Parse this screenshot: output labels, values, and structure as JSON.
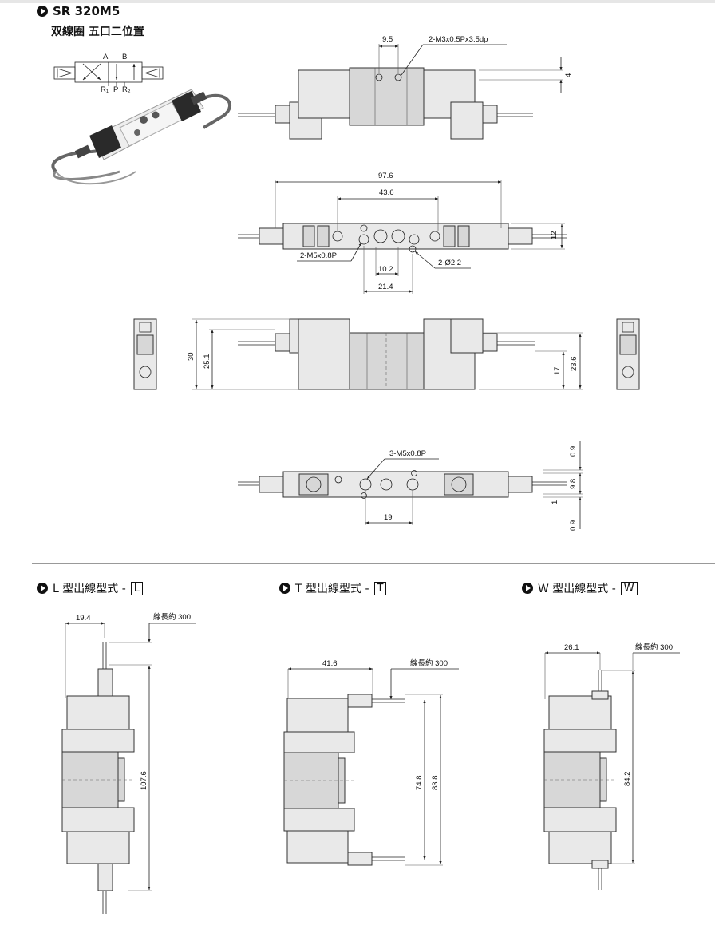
{
  "header": {
    "title": "SR 320M5",
    "subtitle": "双線圈  五口二位置"
  },
  "symbol": {
    "port_a": "A",
    "port_b": "B",
    "port_r1": "R₁",
    "port_p": "P",
    "port_r2": "R₂"
  },
  "dimensions": {
    "top_view": {
      "d1": "9.5",
      "note1": "2-M3x0.5Px3.5dp",
      "d2": "4"
    },
    "plan_view": {
      "overall": "97.6",
      "pitch": "43.6",
      "height": "12",
      "note_port": "2-M5x0.8P",
      "d_small": "10.2",
      "note_hole": "2-Ø2.2",
      "d_base": "21.4"
    },
    "front_view": {
      "h_total": "30",
      "h_body": "25.1",
      "h_right1": "17",
      "h_right2": "23.6"
    },
    "bottom_view": {
      "note_port": "3-M5x0.8P",
      "d_pitch": "19",
      "gap_top": "0.9",
      "width": "9.8",
      "one": "1",
      "gap_bottom": "0.9"
    }
  },
  "sections": [
    {
      "label": "L 型出線型式 - ",
      "code": "L",
      "offset": "19.4",
      "lead": "線長約 300",
      "height": "107.6"
    },
    {
      "label": "T 型出線型式 - ",
      "code": "T",
      "offset": "41.6",
      "lead": "線長約 300",
      "height1": "74.8",
      "height2": "83.8"
    },
    {
      "label": "W 型出線型式 - ",
      "code": "W",
      "offset": "26.1",
      "lead": "線長約 300",
      "height": "84.2"
    }
  ]
}
